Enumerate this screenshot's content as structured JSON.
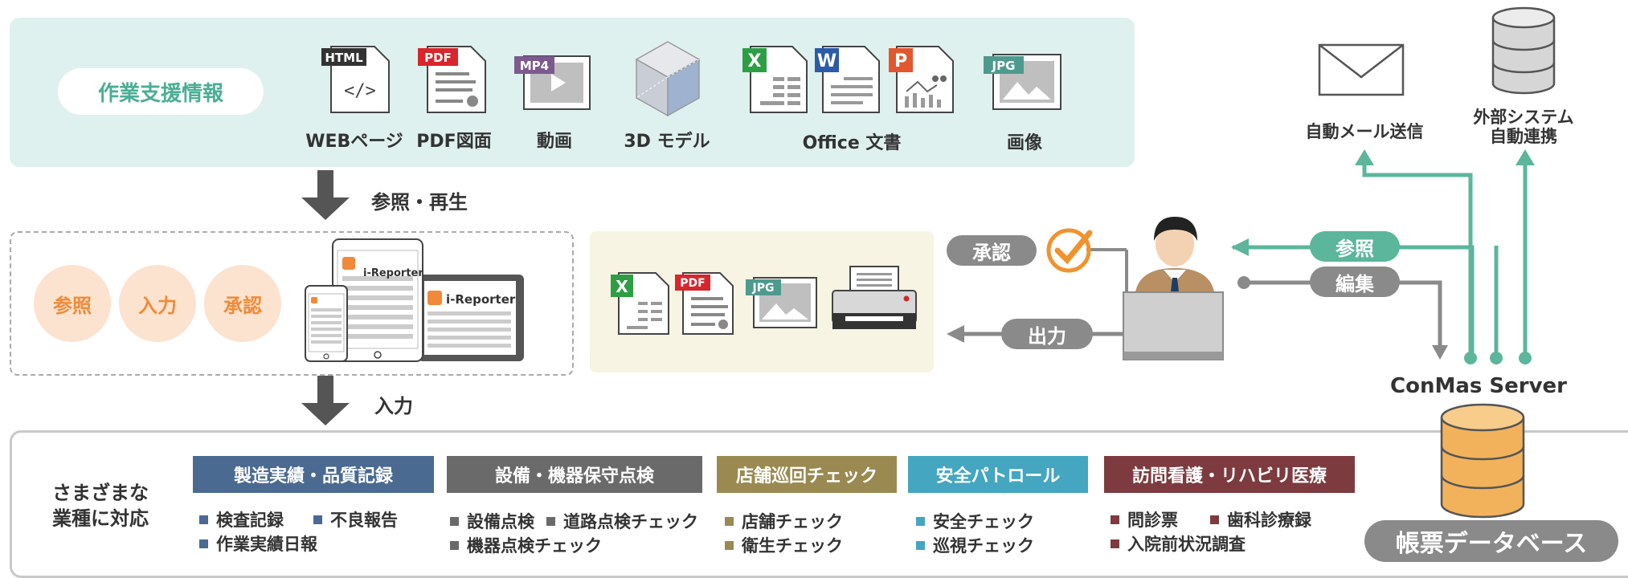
{
  "support": {
    "label": "作業支援情報",
    "items": [
      {
        "label": "WEBページ",
        "badge": "HTML",
        "badge_color": "#333333",
        "glyph": "</>"
      },
      {
        "label": "PDF図面",
        "badge": "PDF",
        "badge_color": "#d7262c"
      },
      {
        "label": "動画",
        "badge": "MP4",
        "badge_color": "#7c5a8f"
      },
      {
        "label": "3D モデル"
      },
      {
        "label": "Office 文書",
        "badges": [
          "X",
          "W",
          "P"
        ]
      },
      {
        "label": "画像",
        "badge": "JPG",
        "badge_color": "#4e9a8e"
      }
    ]
  },
  "arrows": {
    "ref_play": "参照・再生",
    "input": "入力"
  },
  "functions": [
    "参照",
    "入力",
    "承認"
  ],
  "app": {
    "name": "i-Reporter",
    "small": "i-Reporter"
  },
  "output_box": {
    "badges": {
      "excel": "X",
      "pdf": "PDF",
      "jpg": "JPG"
    }
  },
  "flow": {
    "approve": "承認",
    "output": "出力",
    "ref": "参照",
    "edit": "編集"
  },
  "server": {
    "name": "ConMas Server",
    "db": "帳票データベース"
  },
  "external": {
    "mail": "自動メール送信",
    "system_line1": "外部システム",
    "system_line2": "自動連携"
  },
  "industries": {
    "intro_line1": "さまざまな",
    "intro_line2": "業種に対応",
    "categories": [
      {
        "title": "製造実績・品質記録",
        "color": "#4a6a92",
        "items": [
          "検査記録",
          "不良報告",
          "作業実績日報"
        ]
      },
      {
        "title": "設備・機器保守点検",
        "color": "#6a6a6a",
        "items": [
          "設備点検",
          "道路点検チェック",
          "機器点検チェック"
        ]
      },
      {
        "title": "店舗巡回チェック",
        "color": "#9a8a52",
        "items": [
          "店舗チェック",
          "衛生チェック"
        ]
      },
      {
        "title": "安全パトロール",
        "color": "#44a6c0",
        "items": [
          "安全チェック",
          "巡視チェック"
        ]
      },
      {
        "title": "訪問看護・リハビリ医療",
        "color": "#7d3b3f",
        "items": [
          "問診票",
          "歯科診療録",
          "入院前状況調査"
        ]
      }
    ]
  },
  "colors": {
    "teal": "#5bb69c",
    "panel": "#dff1ee",
    "orange": "#f08a3a",
    "gray": "#8a8a8a"
  }
}
